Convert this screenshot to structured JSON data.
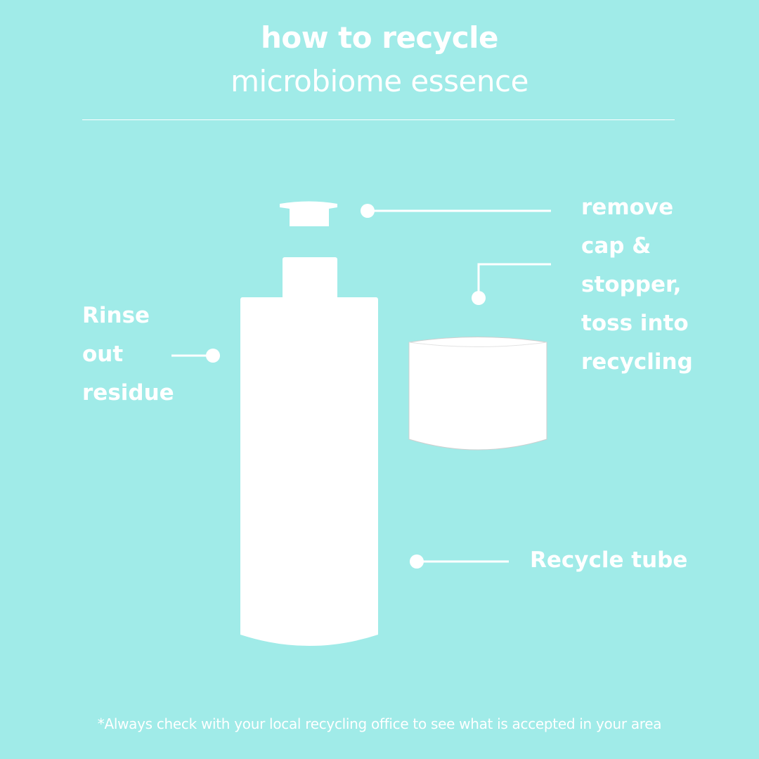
{
  "header": {
    "title": "how to recycle",
    "subtitle": "microbiome essence"
  },
  "callouts": {
    "rinse": [
      "Rinse",
      "out",
      "residue"
    ],
    "cap": [
      "remove",
      "cap &",
      "stopper,",
      "toss into",
      "recycling"
    ],
    "tube": "Recycle tube"
  },
  "footnote": "*Always check with your local recycling office to see what is accepted in your area",
  "colors": {
    "background": "#a0ebe8",
    "foreground": "#ffffff"
  }
}
